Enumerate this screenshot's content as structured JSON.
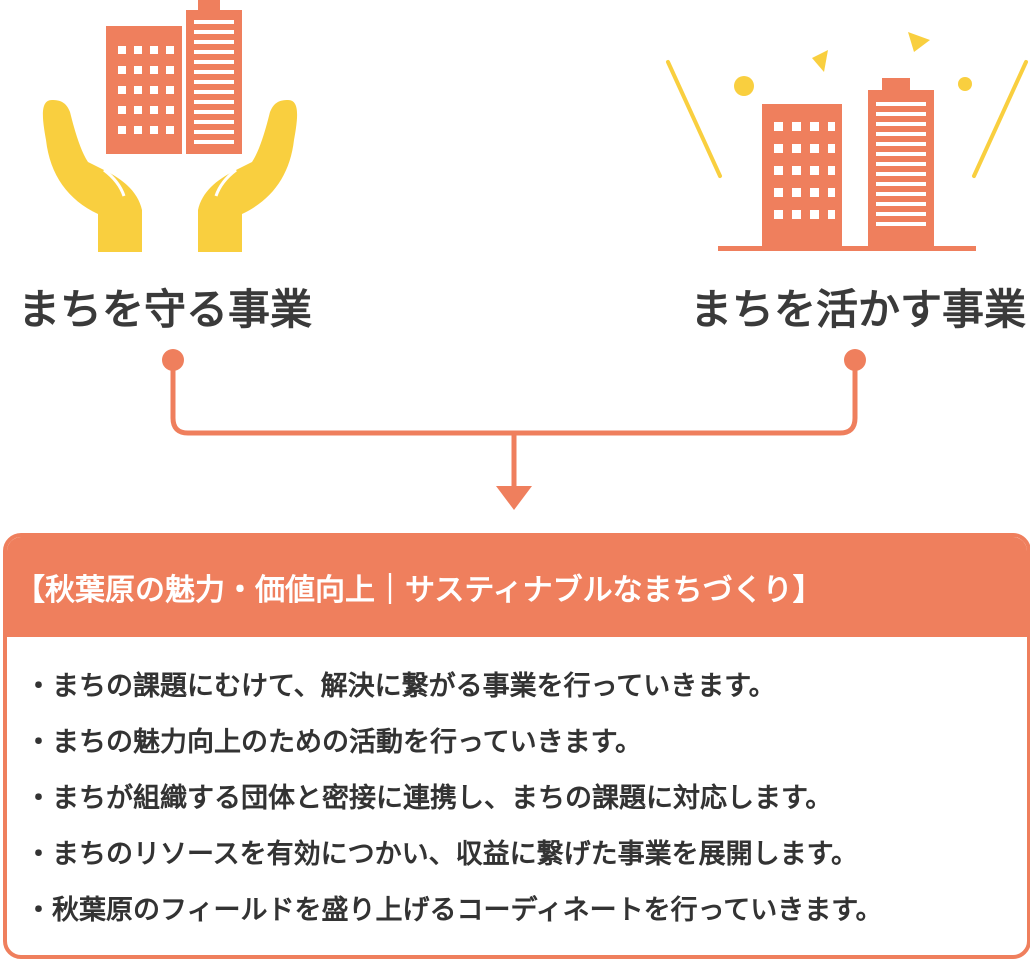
{
  "left_label": "まちを守る事業",
  "right_label": "まちを活かす事業",
  "panel": {
    "title": "【秋葉原の魅力・価値向上｜サスティナブルなまちづくり】",
    "items": [
      "・まちの課題にむけて、解決に繋がる事業を行っていきます。",
      "・まちの魅力向上のための活動を行っていきます。",
      "・まちが組織する団体と密接に連携し、まちの課題に対応します。",
      "・まちのリソースを有効につかい、収益に繋げた事業を展開します。",
      "・秋葉原のフィールドを盛り上げるコーディネートを行っていきます。"
    ]
  },
  "colors": {
    "accent": "#ef7f5d",
    "building": "#ef7f5d",
    "hands": "#f9cf3f",
    "text": "#3a3a3a"
  },
  "icons": {
    "left": "hands-holding-buildings-icon",
    "right": "celebrating-buildings-icon"
  }
}
